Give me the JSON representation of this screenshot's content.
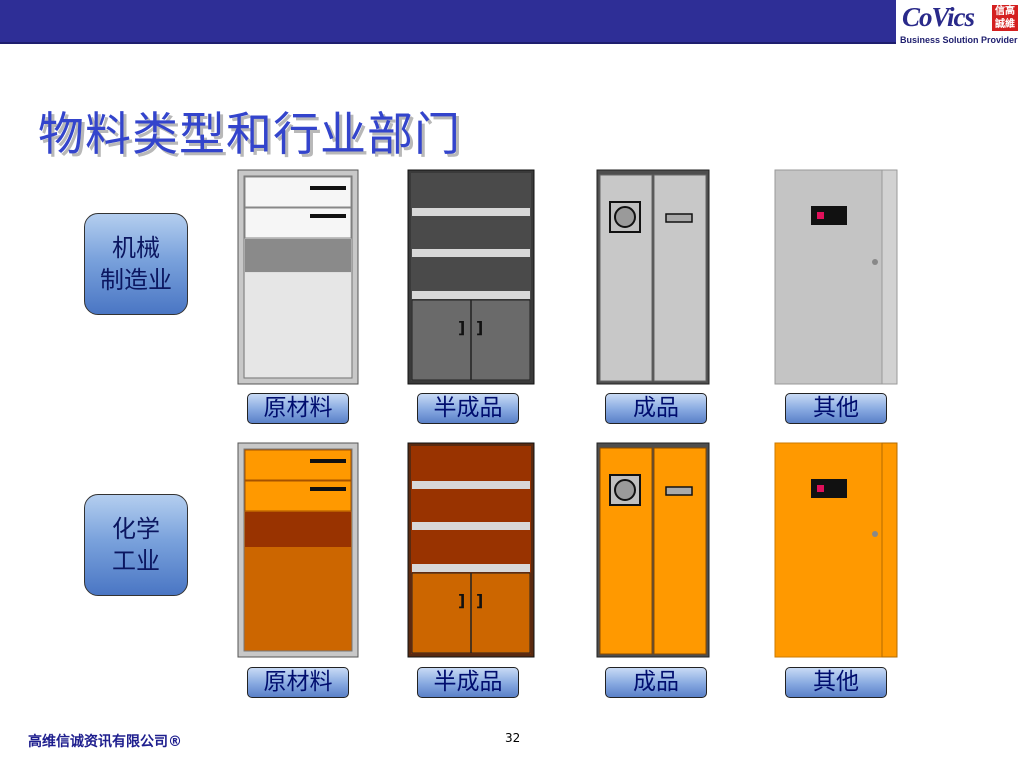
{
  "header": {
    "logo_brand": "CoVics",
    "logo_seal": "信高\n誠維",
    "logo_tagline": "Business Solution Provider"
  },
  "title": "物料类型和行业部门",
  "industries": [
    {
      "name": "机械\n制造业",
      "color_scheme": "gray"
    },
    {
      "name": "化学\n工业",
      "color_scheme": "orange"
    }
  ],
  "material_types": [
    "原材料",
    "半成品",
    "成品",
    "其他"
  ],
  "rows": [
    {
      "labels": [
        "原材料",
        "半成品",
        "成品",
        "其他"
      ]
    },
    {
      "labels": [
        "原材料",
        "半成品",
        "成品",
        "其他"
      ]
    }
  ],
  "colors": {
    "header_bar": "#2e2e96",
    "title_text": "#3344cc",
    "gray_light": "#c8c8c8",
    "gray_dark": "#4a4a4a",
    "orange_light": "#ff9900",
    "orange_mid": "#cc6600",
    "orange_dark": "#993300"
  },
  "footer": {
    "company": "高维信诚资讯有限公司®",
    "page_number": "32"
  }
}
